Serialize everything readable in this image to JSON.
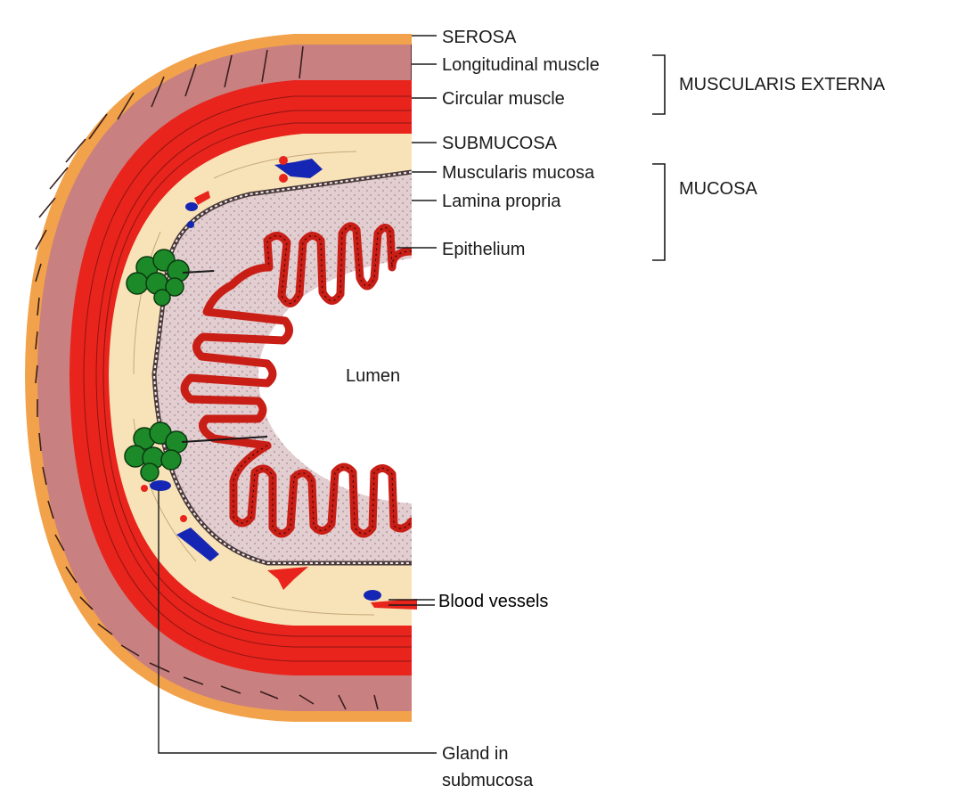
{
  "labels": {
    "serosa": "SEROSA",
    "longitudinal_muscle": "Longitudinal muscle",
    "circular_muscle": "Circular muscle",
    "muscularis_externa": "MUSCULARIS EXTERNA",
    "submucosa": "SUBMUCOSA",
    "muscularis_mucosa": "Muscularis mucosa",
    "lamina_propria": "Lamina propria",
    "epithelium": "Epithelium",
    "mucosa": "MUCOSA",
    "lumen": "Lumen",
    "blood_vessels": "Blood vessels",
    "gland_line1": "Gland in",
    "gland_line2": "submucosa"
  },
  "colors": {
    "serosa": "#f2a24a",
    "longitudinal_muscle": "#c98080",
    "circular_muscle": "#e8241c",
    "submucosa": "#f8e3b8",
    "lamina_propria": "#e2cdd0",
    "epithelium": "#d4241c",
    "lumen": "#ffffff",
    "vein": "#1626b4",
    "gland": "#1d8a2a"
  }
}
